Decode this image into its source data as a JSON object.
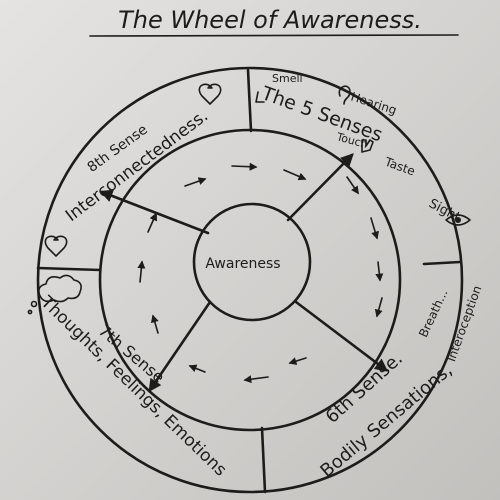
{
  "title": "The Wheel of Awareness.",
  "hub": "Awareness",
  "quadrants": {
    "top_left": {
      "header": "8th Sense",
      "body": "Interconnectedness."
    },
    "top_right": {
      "header": "The 5 Senses",
      "senses": [
        "Smell",
        "Hearing",
        "Touch",
        "Taste",
        "Sight"
      ]
    },
    "bottom_right": {
      "header": "6th Sense.",
      "body": "Bodily Sensations,",
      "extras": [
        "Interoception",
        "Breath..."
      ]
    },
    "bottom_left": {
      "header": "7th Sense",
      "body": "Thoughts, Feelings, Emotions"
    }
  },
  "icons": [
    "heart-icon",
    "heart-icon",
    "ear-icon",
    "hand-icon",
    "eye-icon",
    "thought-cloud-icon",
    "nose-icon"
  ],
  "ink_color": "#1d1c1b",
  "paper_color": "#d7d5d2"
}
